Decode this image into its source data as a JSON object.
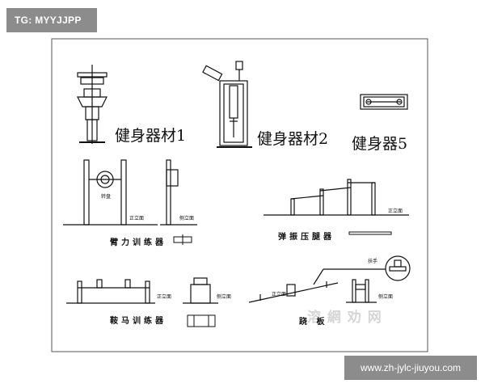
{
  "watermarks": {
    "tag": "TG: MYYJJPP",
    "url": "www.zh-jylc-jiuyou.com",
    "ghost": "溶 網 劝 网"
  },
  "titles": {
    "equipment1": "健身器材1",
    "equipment2": "健身器材2",
    "equipment5": "健身器5"
  },
  "captions": {
    "arm_trainer": "臂力训练器",
    "leg_press": "弹振压腿器",
    "pommel_trainer": "鞍马训练器",
    "seesaw": "跷    板"
  },
  "labels": {
    "front_elevation": "正立面",
    "side_elevation": "侧立面",
    "rotation": "转盘",
    "handle": "扶手"
  },
  "colors": {
    "line": "#111111",
    "watermark_bg": "#8c8c8c",
    "frame": "#555555"
  }
}
